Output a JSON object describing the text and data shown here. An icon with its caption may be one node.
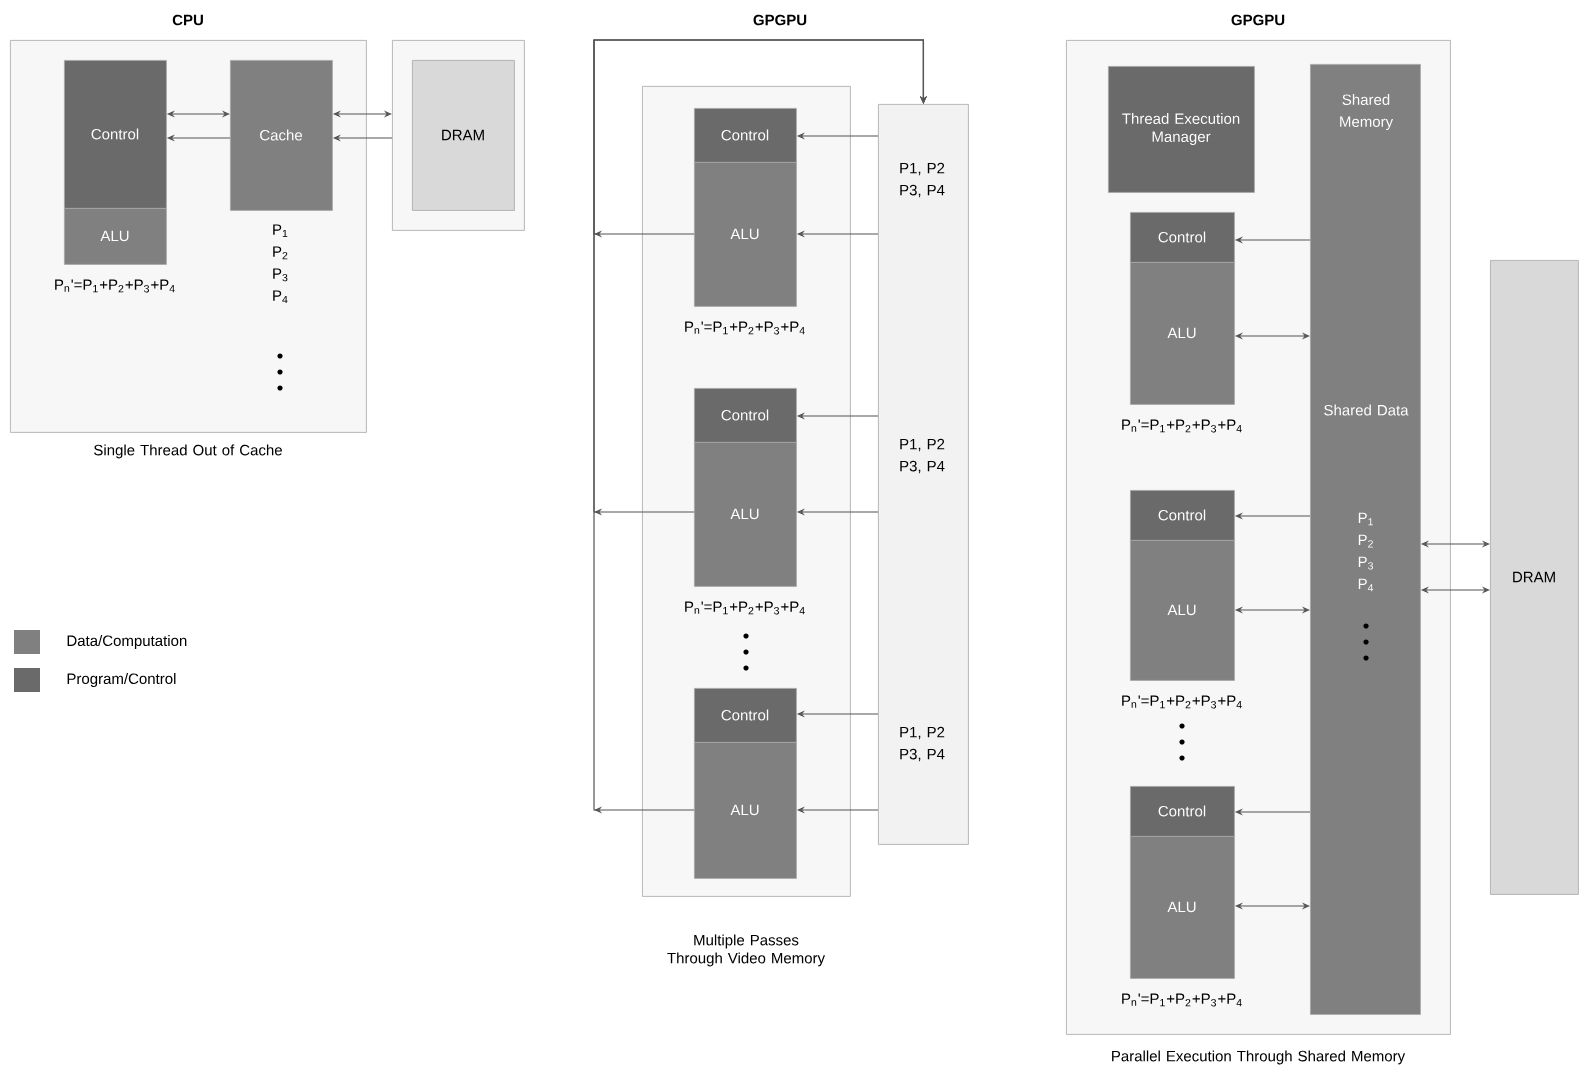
{
  "diagram": {
    "nodes": [
      {
        "text": [
          "CPU"
        ],
        "beside": [
          "Single Thread Out of Cache"
        ]
      },
      {
        "text": [
          "Control"
        ],
        "in": 0
      },
      {
        "text": [
          "ALU"
        ],
        "in": 0,
        "beside": [
          "P$_{n}$'=P$_{1}$+P$_{2}$+P$_{3}$+P$_{4}$"
        ]
      },
      {
        "text": [
          "Cache"
        ],
        "in": 0
      },
      {
        "text": [],
        "shape": "box"
      },
      {
        "text": [
          "DRAM"
        ],
        "in": 4
      },
      {
        "text": [
          "GPGPU"
        ],
        "beside": [
          "Multiple Passes Through Video Memory"
        ]
      },
      {
        "text": [
          "Control"
        ],
        "in": 6
      },
      {
        "text": [
          "ALU"
        ],
        "in": 6,
        "beside": [
          "P$_{n}$'=P$_{1}$+P$_{2}$+P$_{3}$+P$_{4}$"
        ]
      },
      {
        "text": [
          "Control"
        ],
        "in": 6
      },
      {
        "text": [
          "ALU"
        ],
        "in": 6,
        "beside": [
          "P$_{n}$'=P$_{1}$+P$_{2}$+P$_{3}$+P$_{4}$"
        ]
      },
      {
        "text": [
          "Control"
        ],
        "in": 6
      },
      {
        "text": [
          "ALU"
        ],
        "in": 6
      },
      {
        "text": [
          "P1, P2 P3, P4",
          "P1, P2 P3, P4",
          "P1, P2 P3, P4"
        ]
      },
      {
        "text": [
          "GPGPU"
        ],
        "beside": [
          "Parallel Execution Through Shared Memory"
        ]
      },
      {
        "text": [
          "Thread Execution Manager"
        ],
        "in": 14
      },
      {
        "text": [
          "Shared Memory",
          "Shared Data",
          "P$_{1}$ P$_{2}$ P$_{3}$ P$_{4}$"
        ],
        "in": 14
      },
      {
        "text": [
          "Control"
        ],
        "in": 14
      },
      {
        "text": [
          "ALU"
        ],
        "in": 14,
        "beside": [
          "P$_{n}$'=P$_{1}$+P$_{2}$+P$_{3}$+P$_{4}$"
        ]
      },
      {
        "text": [
          "Control"
        ],
        "in": 14
      },
      {
        "text": [
          "ALU"
        ],
        "in": 14,
        "beside": [
          "P$_{n}$'=P$_{1}$+P$_{2}$+P$_{3}$+P$_{4}$"
        ]
      },
      {
        "text": [
          "Control"
        ],
        "in": 14
      },
      {
        "text": [
          "ALU"
        ],
        "in": 14,
        "beside": [
          "P$_{n}$'=P$_{1}$+P$_{2}$+P$_{3}$+P$_{4}$"
        ]
      },
      {
        "text": [
          "DRAM"
        ]
      }
    ],
    "edges": [
      {
        "from": 1,
        "to": 3,
        "arrow": "both"
      },
      {
        "from": 3,
        "to": 1,
        "arrow": "to"
      },
      {
        "from": 3,
        "to": 4,
        "arrow": "both"
      },
      {
        "from": 4,
        "to": 3,
        "arrow": "to"
      },
      {
        "from": 13,
        "to": 7,
        "arrow": "to"
      },
      {
        "from": 13,
        "to": 8,
        "arrow": "to"
      },
      {
        "from": 13,
        "to": 9,
        "arrow": "to"
      },
      {
        "from": 13,
        "to": 10,
        "arrow": "to"
      },
      {
        "from": 13,
        "to": 11,
        "arrow": "to"
      },
      {
        "from": 13,
        "to": 12,
        "arrow": "to"
      },
      {
        "from": 8,
        "to": 13,
        "arrow": "to"
      },
      {
        "from": 10,
        "to": 13,
        "arrow": "to"
      },
      {
        "from": 12,
        "to": 13,
        "arrow": "to"
      },
      {
        "from": 16,
        "to": 17,
        "arrow": "to"
      },
      {
        "from": 18,
        "to": 16,
        "arrow": "both"
      },
      {
        "from": 16,
        "to": 19,
        "arrow": "to"
      },
      {
        "from": 20,
        "to": 16,
        "arrow": "both"
      },
      {
        "from": 16,
        "to": 21,
        "arrow": "to"
      },
      {
        "from": 22,
        "to": 16,
        "arrow": "both"
      },
      {
        "from": 16,
        "to": 23,
        "arrow": "both"
      },
      {
        "from": 16,
        "to": 23,
        "arrow": "both"
      }
    ],
    "labels": [
      "P$_{1}$ P$_{2}$ P$_{3}$ P$_{4}$"
    ],
    "legend": [
      {
        "text": "Data/Computation",
        "color": "#808080"
      },
      {
        "text": "Program/Control",
        "color": "#6a6a6a"
      }
    ]
  }
}
